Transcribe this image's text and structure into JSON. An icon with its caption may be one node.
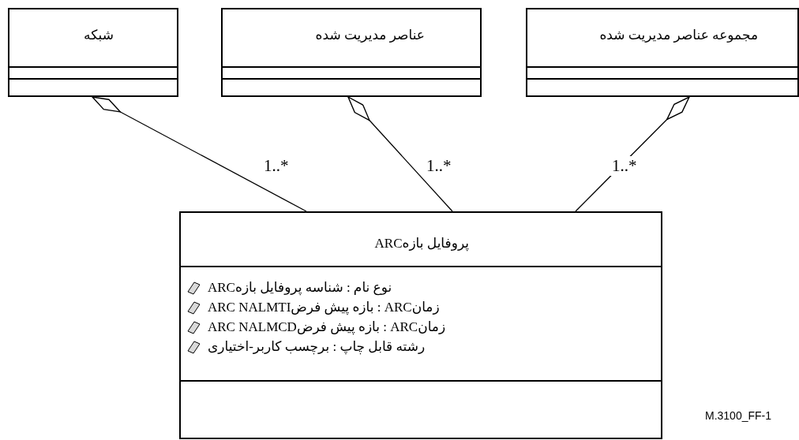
{
  "diagram": {
    "nodes": [
      {
        "text": [
          "شبکه"
        ]
      },
      {
        "text": [
          "عناصر مدیریت شده"
        ]
      },
      {
        "text": [
          "مجموعه عناصر مدیریت شده"
        ]
      },
      {
        "text": [
          "پروفایل بازهARC",
          "نوع نام : شناسه پروفایل بازهARC",
          "زمانARC : بازه پیش فرضARC NALMTI",
          "زمانARC : بازه پیش فرضARC NALMCD",
          "رشته قابل چاپ : برچسب کاربر-اختیاری"
        ]
      }
    ],
    "edges": [
      {
        "from": 3,
        "to": 0,
        "arrow": "other",
        "label": "1..*"
      },
      {
        "from": 3,
        "to": 1,
        "arrow": "other",
        "label": "1..*"
      },
      {
        "from": 3,
        "to": 2,
        "arrow": "other",
        "label": "1..*"
      }
    ],
    "labels": [
      "M.3100_FF-1"
    ]
  }
}
